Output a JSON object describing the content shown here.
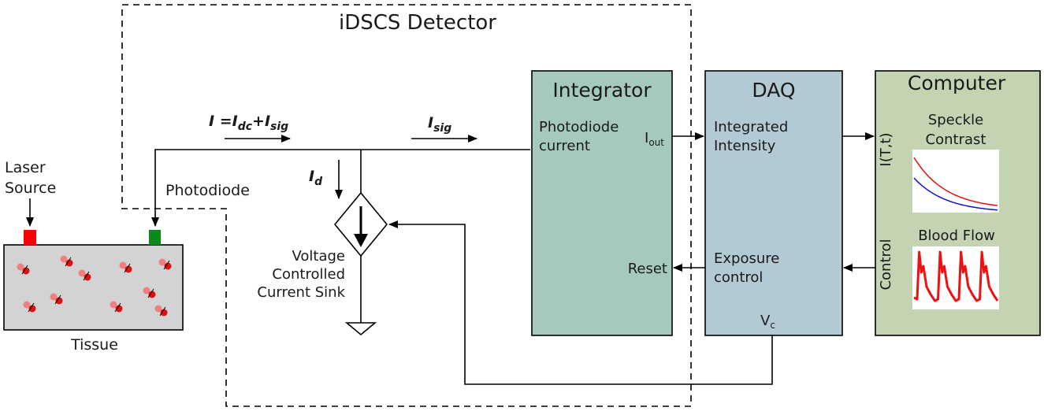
{
  "detector": {
    "title": "iDSCS Detector"
  },
  "tissue": {
    "label": "Tissue"
  },
  "laser": {
    "label_line1": "Laser",
    "label_line2": "Source",
    "color": "#ff0000"
  },
  "photodiode": {
    "label": "Photodiode",
    "color": "#0a8a1a"
  },
  "currents": {
    "total_I": "I",
    "total_eq": " =",
    "total_Idc": "I",
    "total_dc_sub": "dc",
    "plus": "+",
    "total_Isig": "I",
    "total_sig_sub": "sig",
    "isig_I": "I",
    "isig_sub": "sig",
    "id_I": "I",
    "id_sub": "d"
  },
  "current_sink": {
    "line1": "Voltage",
    "line2": "Controlled",
    "line3": "Current Sink"
  },
  "integrator": {
    "title": "Integrator",
    "input_line1": "Photodiode",
    "input_line2": "current",
    "output_I": "I",
    "output_sub": "out",
    "reset_label": "Reset",
    "color": "#a6c9bf"
  },
  "daq": {
    "title": "DAQ",
    "line1": "Integrated",
    "line2": "Intensity",
    "exposure_line1": "Exposure",
    "exposure_line2": "control",
    "vc_V": "V",
    "vc_sub": "c",
    "color": "#b3cad5"
  },
  "computer": {
    "title": "Computer",
    "input_label": "I(T,t)",
    "control_label": "Control",
    "speckle_line1": "Speckle",
    "speckle_line2": "Contrast",
    "blood_flow_label": "Blood Flow",
    "color": "#c4d3b2",
    "speckle_colors": [
      "#dd1111",
      "#1111cc"
    ],
    "blood_flow_color": "#ee1111"
  }
}
